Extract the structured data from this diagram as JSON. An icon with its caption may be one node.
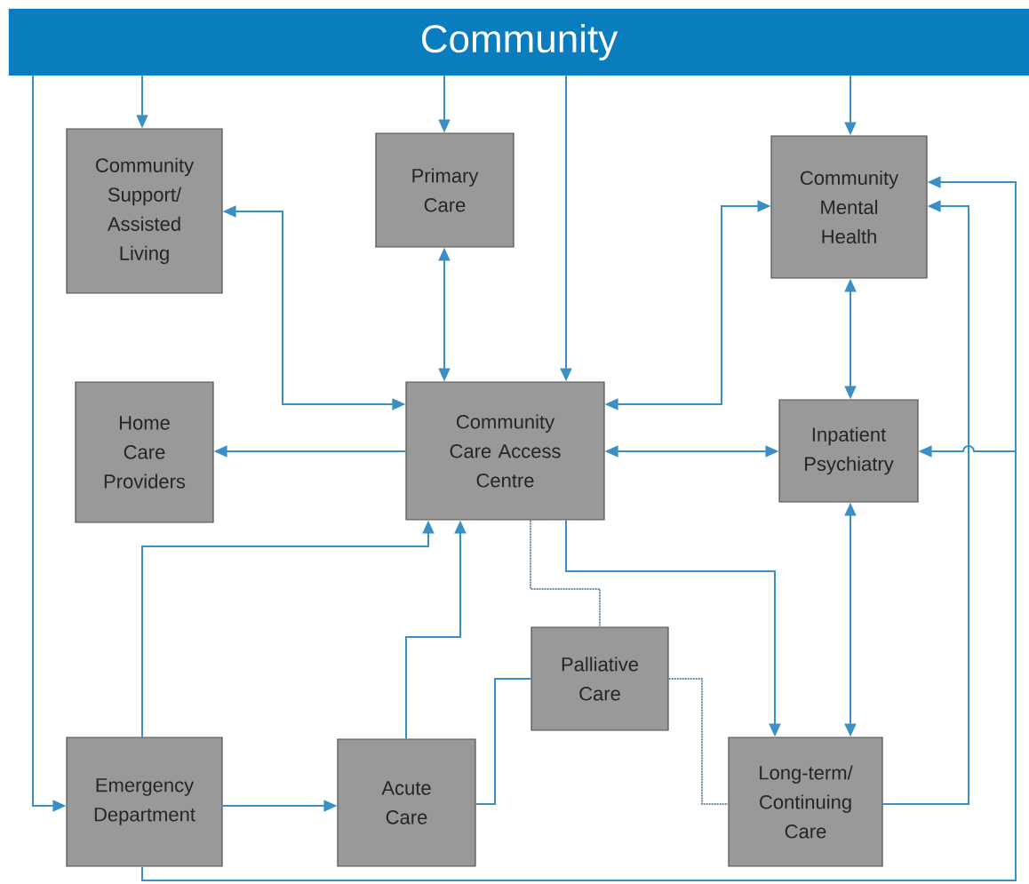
{
  "diagram": {
    "nodes": [
      {
        "text": [
          "Community"
        ]
      },
      {
        "text": [
          "Community Support/ Assisted Living"
        ]
      },
      {
        "text": [
          "Primary Care"
        ]
      },
      {
        "text": [
          "Community Mental Health"
        ]
      },
      {
        "text": [
          "Home Care Providers"
        ]
      },
      {
        "text": [
          "Community Care Access Centre"
        ]
      },
      {
        "text": [
          "Inpatient Psychiatry"
        ]
      },
      {
        "text": [
          "Palliative Care"
        ]
      },
      {
        "text": [
          "Emergency Department"
        ]
      },
      {
        "text": [
          "Acute Care"
        ]
      },
      {
        "text": [
          "Long-term/ Continuing Care"
        ]
      }
    ],
    "edges": [
      {
        "from": 0,
        "to": 1,
        "arrow": "to"
      },
      {
        "from": 0,
        "to": 2,
        "arrow": "to"
      },
      {
        "from": 0,
        "to": 5,
        "arrow": "to"
      },
      {
        "from": 0,
        "to": 3,
        "arrow": "to"
      },
      {
        "from": 0,
        "to": 8,
        "arrow": "to"
      },
      {
        "from": 5,
        "to": 1,
        "arrow": "both"
      },
      {
        "from": 5,
        "to": 2,
        "arrow": "both"
      },
      {
        "from": 5,
        "to": 3,
        "arrow": "both"
      },
      {
        "from": 5,
        "to": 4,
        "arrow": "to"
      },
      {
        "from": 5,
        "to": 6,
        "arrow": "both"
      },
      {
        "from": 3,
        "to": 6,
        "arrow": "both"
      },
      {
        "from": 5,
        "to": 10,
        "arrow": "to"
      },
      {
        "from": 5,
        "to": 7,
        "arrow": "none",
        "style": "dashed",
        "color": "#6b8ca6"
      },
      {
        "from": 8,
        "to": 5,
        "arrow": "to"
      },
      {
        "from": 9,
        "to": 5,
        "arrow": "to"
      },
      {
        "from": 9,
        "to": 7,
        "arrow": "none"
      },
      {
        "from": 7,
        "to": 10,
        "arrow": "none",
        "style": "dashed",
        "color": "#6b8ca6"
      },
      {
        "from": 6,
        "to": 10,
        "arrow": "both"
      },
      {
        "from": 8,
        "to": 9,
        "arrow": "to"
      },
      {
        "from": 10,
        "to": 3,
        "arrow": "to"
      },
      {
        "from": 8,
        "to": 3,
        "arrow": "to"
      },
      {
        "from": 8,
        "to": 6,
        "arrow": "to"
      }
    ]
  }
}
